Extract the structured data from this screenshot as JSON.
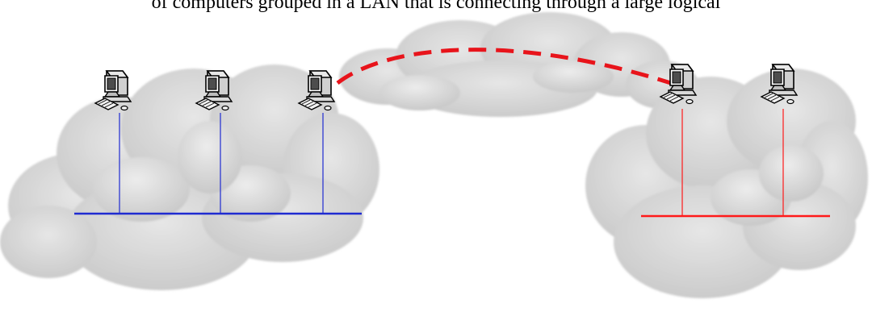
{
  "caption": {
    "text": "of computers grouped in a LAN that is connecting through a large logical"
  },
  "colors": {
    "left_lan": "#1f2bd1",
    "right_lan": "#ff1a1a",
    "wan_link": "#e8141b",
    "cloud": "#d4d4d4"
  },
  "icons": {
    "computer": "desktop-computer-icon",
    "cloud": "cloud-shape"
  },
  "networks": {
    "left": {
      "computers": 3,
      "color_key": "left_lan"
    },
    "right": {
      "computers": 2,
      "color_key": "right_lan"
    },
    "link": {
      "style": "dashed",
      "from": "left",
      "to": "right"
    }
  }
}
